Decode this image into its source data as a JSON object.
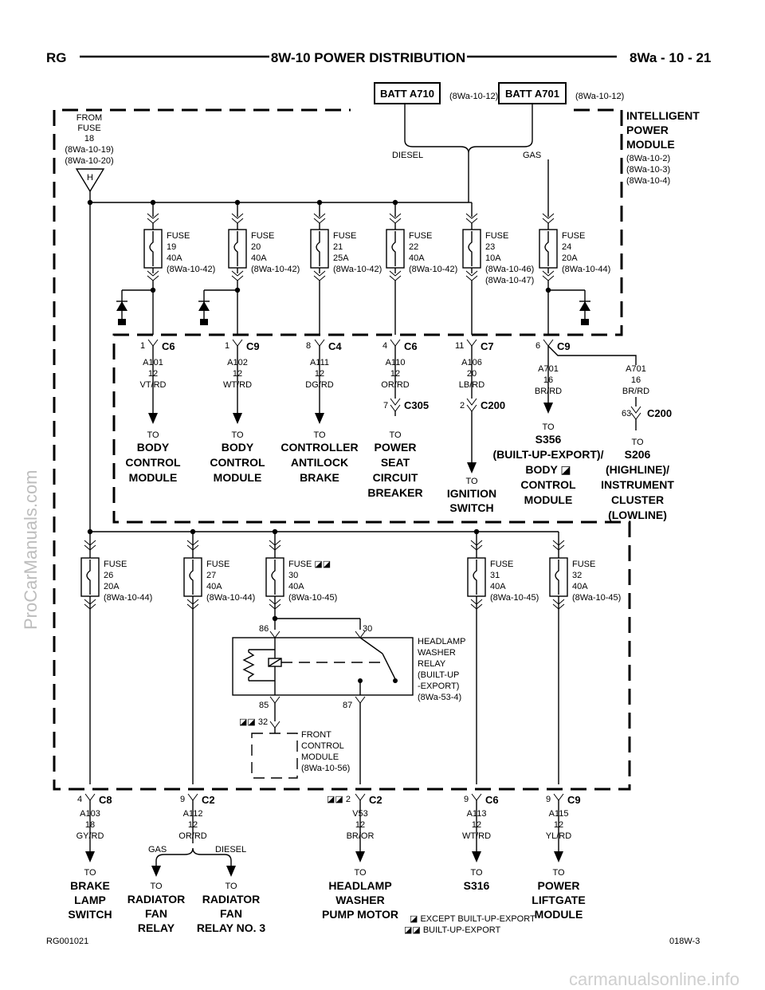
{
  "header": {
    "left": "RG",
    "center": "8W-10 POWER DISTRIBUTION",
    "right": "8Wa - 10 - 21"
  },
  "top": {
    "batt1": "BATT A710",
    "batt1_ref": "(8Wa-10-12)",
    "batt2": "BATT A701",
    "batt2_ref": "(8Wa-10-12)",
    "diesel": "DIESEL",
    "gas": "GAS"
  },
  "from_fuse": [
    "FROM",
    "FUSE",
    "18",
    "(8Wa-10-19)",
    "(8Wa-10-20)"
  ],
  "from_letter": "H",
  "ipm": {
    "title": [
      "INTELLIGENT",
      "POWER",
      "MODULE"
    ],
    "refs": [
      "(8Wa-10-2)",
      "(8Wa-10-3)",
      "(8Wa-10-4)"
    ]
  },
  "fuses_top": [
    {
      "lines": [
        "FUSE",
        "19",
        "40A",
        "(8Wa-10-42)"
      ]
    },
    {
      "lines": [
        "FUSE",
        "20",
        "40A",
        "(8Wa-10-42)"
      ]
    },
    {
      "lines": [
        "FUSE",
        "21",
        "25A",
        "(8Wa-10-42)"
      ]
    },
    {
      "lines": [
        "FUSE",
        "22",
        "40A",
        "(8Wa-10-42)"
      ]
    },
    {
      "lines": [
        "FUSE",
        "23",
        "10A",
        "(8Wa-10-46)",
        "(8Wa-10-47)"
      ]
    },
    {
      "lines": [
        "FUSE",
        "24",
        "20A",
        "(8Wa-10-44)"
      ]
    }
  ],
  "connectors_top": [
    {
      "pin": "1",
      "name": "C6",
      "wire": [
        "A101",
        "12",
        "VT/RD"
      ]
    },
    {
      "pin": "1",
      "name": "C9",
      "wire": [
        "A102",
        "12",
        "WT/RD"
      ]
    },
    {
      "pin": "8",
      "name": "C4",
      "wire": [
        "A111",
        "12",
        "DG/RD"
      ]
    },
    {
      "pin": "4",
      "name": "C6",
      "wire": [
        "A110",
        "12",
        "OR/RD"
      ]
    },
    {
      "pin": "11",
      "name": "C7",
      "wire": [
        "A106",
        "20",
        "LB/RD"
      ]
    },
    {
      "pin": "6",
      "name": "C9",
      "wire": [
        "A701",
        "16",
        "BR/RD"
      ]
    }
  ],
  "extra_wire": [
    "A701",
    "16",
    "BR/RD"
  ],
  "sub_connectors": [
    {
      "pin": "7",
      "name": "C305"
    },
    {
      "pin": "2",
      "name": "C200"
    },
    {
      "pin": "63",
      "name": "C200"
    }
  ],
  "dest_top": [
    {
      "to": "TO",
      "lines": [
        "BODY",
        "CONTROL",
        "MODULE"
      ]
    },
    {
      "to": "TO",
      "lines": [
        "BODY",
        "CONTROL",
        "MODULE"
      ]
    },
    {
      "to": "TO",
      "lines": [
        "CONTROLLER",
        "ANTILOCK",
        "BRAKE"
      ]
    },
    {
      "to": "TO",
      "lines": [
        "POWER",
        "SEAT",
        "CIRCUIT",
        "BREAKER"
      ]
    },
    {
      "to": "TO",
      "lines": [
        "IGNITION",
        "SWITCH"
      ]
    },
    {
      "to": "TO",
      "lines": [
        "S356",
        "(BUILT-UP-EXPORT)/",
        "BODY ◪",
        "CONTROL",
        "MODULE"
      ]
    },
    {
      "to": "TO",
      "lines": [
        "S206",
        "(HIGHLINE)/",
        "INSTRUMENT",
        "CLUSTER",
        "(LOWLINE)"
      ]
    }
  ],
  "fuses_bottom": [
    {
      "lines": [
        "FUSE",
        "26",
        "20A",
        "(8Wa-10-44)"
      ]
    },
    {
      "lines": [
        "FUSE",
        "27",
        "40A",
        "(8Wa-10-44)"
      ]
    },
    {
      "lines": [
        "FUSE ◪◪",
        "30",
        "40A",
        "(8Wa-10-45)"
      ]
    },
    {
      "lines": [
        "FUSE",
        "31",
        "40A",
        "(8Wa-10-45)"
      ]
    },
    {
      "lines": [
        "FUSE",
        "32",
        "40A",
        "(8Wa-10-45)"
      ]
    }
  ],
  "relay": {
    "pins": [
      "86",
      "30",
      "85",
      "87"
    ],
    "label": [
      "HEADLAMP",
      "WASHER",
      "RELAY",
      "(BUILT-UP",
      "-EXPORT)",
      "(8Wa-53-4)"
    ]
  },
  "fcm": {
    "pin": "◪◪ 32",
    "label": [
      "FRONT",
      "CONTROL",
      "MODULE",
      "(8Wa-10-56)"
    ]
  },
  "connectors_bottom": [
    {
      "pin": "4",
      "name": "C8",
      "wire": [
        "A103",
        "18",
        "GY/RD"
      ]
    },
    {
      "pin": "9",
      "name": "C2",
      "wire": [
        "A112",
        "12",
        "OR/RD"
      ]
    },
    {
      "pin": "◪◪ 2",
      "name": "C2",
      "wire": [
        "V53",
        "12",
        "BR/OR"
      ]
    },
    {
      "pin": "9",
      "name": "C6",
      "wire": [
        "A113",
        "12",
        "WT/RD"
      ]
    },
    {
      "pin": "9",
      "name": "C9",
      "wire": [
        "A115",
        "12",
        "YL/RD"
      ]
    }
  ],
  "split_bottom": {
    "gas": "GAS",
    "diesel": "DIESEL"
  },
  "dest_bottom": [
    {
      "to": "TO",
      "lines": [
        "BRAKE",
        "LAMP",
        "SWITCH"
      ]
    },
    {
      "to": "TO",
      "lines": [
        "RADIATOR",
        "FAN",
        "RELAY"
      ]
    },
    {
      "to": "TO",
      "lines": [
        "RADIATOR",
        "FAN",
        "RELAY NO. 3"
      ]
    },
    {
      "to": "TO",
      "lines": [
        "HEADLAMP",
        "WASHER",
        "PUMP MOTOR"
      ]
    },
    {
      "to": "TO",
      "lines": [
        "S316"
      ]
    },
    {
      "to": "TO",
      "lines": [
        "POWER",
        "LIFTGATE",
        "MODULE"
      ]
    }
  ],
  "legend": [
    "◪ EXCEPT BUILT-UP-EXPORT",
    "◪◪ BUILT-UP-EXPORT"
  ],
  "footer": {
    "left": "RG001021",
    "right": "018W-3"
  },
  "watermarks": {
    "side": "ProCarManuals.com",
    "bottom": "carmanualsonline.info"
  }
}
